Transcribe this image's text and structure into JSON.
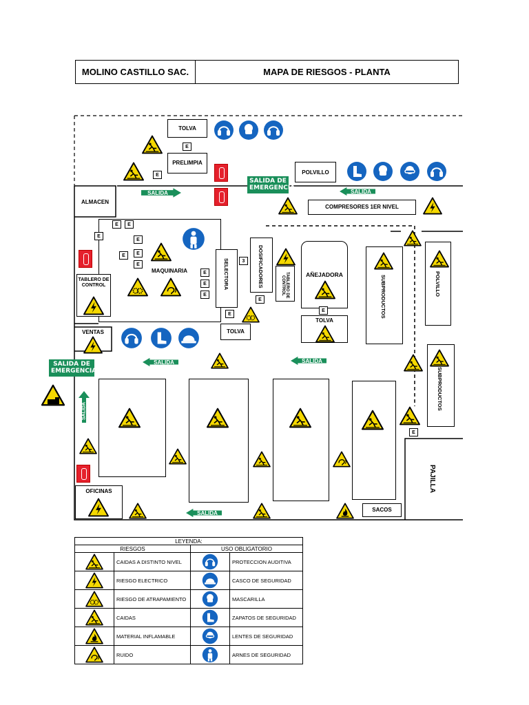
{
  "header": {
    "company": "MOLINO CASTILLO SAC.",
    "map_title": "MAPA DE RIESGOS - PLANTA"
  },
  "areas": {
    "tolva_top": "TOLVA",
    "prelimpia": "PRELIMPIA",
    "polvillo_top": "POLVILLO",
    "almacen": "ALMACEN",
    "compresores": "COMPRESORES 1ER NIVEL",
    "maquinaria": "MAQUINARIA",
    "tablero_control": "TABLERO DE CONTROL",
    "selectora": "SELECTORA",
    "dosificadores": "DOSIFICADORES",
    "tablero_control2": "TABLERO DE CONTROL",
    "anejadora": "AÑEJADORA",
    "tolva_mid": "TOLVA",
    "tolva_low": "TOLVA",
    "subproductos1": "SUBPRODUCTOS",
    "polvillo_right": "POLVILLO",
    "subproductos2": "SUBPRODUCTOS",
    "ventas": "VENTAS",
    "pajilla": "PAJILLA",
    "oficinas": "OFICINAS",
    "sacos": "SACOS"
  },
  "markers": {
    "e": "E",
    "three": "3"
  },
  "exits": {
    "salida": "SALIDA",
    "emergencia_line1": "SALIDA DE",
    "emergencia_line2": "EMERGENCIA"
  },
  "legend": {
    "title": "LEYENDA:",
    "col_riesgos": "RIESGOS",
    "col_uso": "USO OBLIGATORIO",
    "rows": [
      {
        "riesgo": "CAIDAS A DISTINTO NIVEL",
        "uso": "PROTECCION AUDITIVA",
        "riesgo_icon": "fall-level-icon",
        "uso_icon": "ear-protection-icon"
      },
      {
        "riesgo": "RIESGO ELECTRICO",
        "uso": "CASCO DE SEGURIDAD",
        "riesgo_icon": "electric-icon",
        "uso_icon": "helmet-icon"
      },
      {
        "riesgo": "RIESGO DE ATRAPAMIENTO",
        "uso": "MASCARILLA",
        "riesgo_icon": "entrapment-icon",
        "uso_icon": "mask-icon"
      },
      {
        "riesgo": "CAIDAS",
        "uso": "ZAPATOS DE SEGURIDAD",
        "riesgo_icon": "fall-icon",
        "uso_icon": "boots-icon"
      },
      {
        "riesgo": "MATERIAL INFLAMABLE",
        "uso": "LENTES DE SEGURIDAD",
        "riesgo_icon": "flammable-icon",
        "uso_icon": "goggles-icon"
      },
      {
        "riesgo": "RUIDO",
        "uso": "ARNES DE SEGURIDAD",
        "riesgo_icon": "noise-icon",
        "uso_icon": "harness-icon"
      }
    ]
  },
  "colors": {
    "warning_yellow": "#f5d800",
    "mandatory_blue": "#1565c0",
    "exit_green": "#1a8f5a",
    "extinguisher_red": "#e5202c"
  }
}
